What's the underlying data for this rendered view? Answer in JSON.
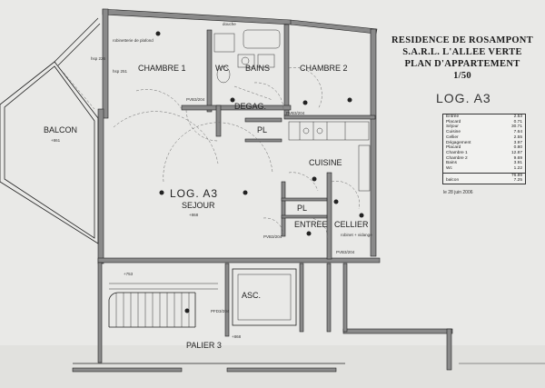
{
  "title_block": {
    "line1": "RESIDENCE DE ROSAMPONT",
    "line2": "S.A.R.L. L'ALLEE VERTE",
    "line3": "PLAN D'APPARTEMENT",
    "scale": "1/50"
  },
  "lot_label": "LOG. A3",
  "areas": [
    {
      "name": "Entrée",
      "value": "2.53"
    },
    {
      "name": "Placard",
      "value": "0.71"
    },
    {
      "name": "Séjour",
      "value": "30.71"
    },
    {
      "name": "Cuisine",
      "value": "7.64"
    },
    {
      "name": "Cellier",
      "value": "2.55"
    },
    {
      "name": "Dégagement",
      "value": "3.97"
    },
    {
      "name": "Placard",
      "value": "0.80"
    },
    {
      "name": "Chambre 1",
      "value": "12.87"
    },
    {
      "name": "Chambre 2",
      "value": "9.69"
    },
    {
      "name": "Bains",
      "value": "3.91"
    },
    {
      "name": "Wc",
      "value": "1.22"
    }
  ],
  "totals": [
    {
      "name": "",
      "value": "76.89"
    },
    {
      "name": "balcon",
      "value": "7.25"
    }
  ],
  "date_note": "le 28 juin 2006",
  "rooms": {
    "chambre1": "CHAMBRE 1",
    "chambre2": "CHAMBRE 2",
    "wc": "WC",
    "bains": "BAINS",
    "degag": "DEGAG.",
    "pl_top": "PL",
    "pl_entree": "PL",
    "balcon": "BALCON",
    "balcon_level": "+861",
    "cuisine": "CUISINE",
    "sejour_log": "LOG. A3",
    "sejour": "SEJOUR",
    "sejour_level": "+868",
    "entree": "ENTREE",
    "cellier": "CELLIER",
    "asc": "ASC.",
    "palier": "PALIER 3",
    "palier_level": "+868",
    "level_753": "+753",
    "douche": "douche",
    "robinet": "robinet + vidange",
    "robinet_platond": "robinetterie de plafond",
    "hsp_top": "hsp 226",
    "hsp_251": "hsp 251",
    "pvb1": "PVB3/204",
    "pvb2": "PVB3/204",
    "pvb3": "PVB3/204",
    "pvb4": "PFD3/204",
    "pvb5": "PVB3/204"
  }
}
